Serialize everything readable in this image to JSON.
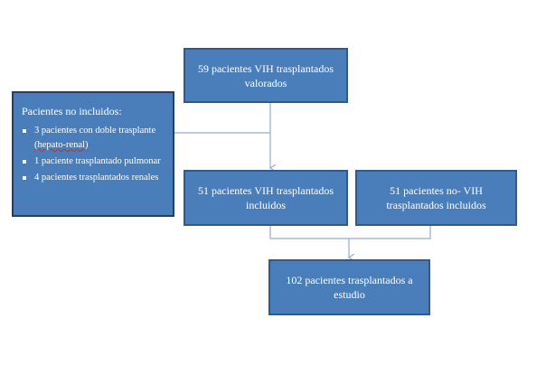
{
  "nodes": {
    "evaluated": "59 pacientes VIH trasplantados valorados",
    "hiv_included": "51 pacientes VIH trasplantados incluidos",
    "non_hiv_included": "51 pacientes no- VIH trasplantados incluidos",
    "study": "102 pacientes trasplantados a estudio"
  },
  "exclusions": {
    "title": "Pacientes no incluidos:",
    "items": [
      {
        "pre": "3 pacientes con doble trasplante ",
        "squiggle": "(hepato-renal)"
      },
      {
        "pre": "1 paciente trasplantado pulmonar",
        "squiggle": ""
      },
      {
        "pre": "4 pacientes trasplantados renales",
        "squiggle": ""
      }
    ]
  },
  "colors": {
    "box_fill": "#4a7ebb",
    "box_border": "#2f5b8c",
    "connector": "#8eaed4"
  }
}
